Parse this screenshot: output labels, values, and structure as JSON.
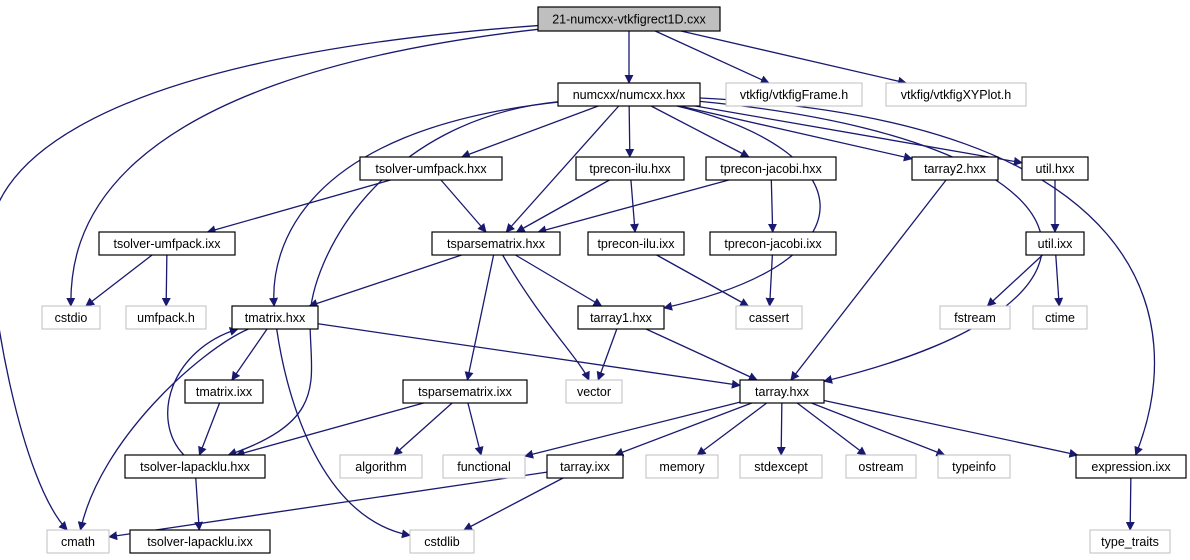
{
  "nodes": {
    "root": {
      "label": "21-numcxx-vtkfigrect1D.cxx",
      "style": "root"
    },
    "numcxx": {
      "label": "numcxx/numcxx.hxx",
      "style": "solid"
    },
    "vtkframe": {
      "label": "vtkfig/vtkfigFrame.h",
      "style": "grey"
    },
    "vtkxy": {
      "label": "vtkfig/vtkfigXYPlot.h",
      "style": "grey"
    },
    "umf_hxx": {
      "label": "tsolver-umfpack.hxx",
      "style": "solid"
    },
    "ilu_hxx": {
      "label": "tprecon-ilu.hxx",
      "style": "solid"
    },
    "jac_hxx": {
      "label": "tprecon-jacobi.hxx",
      "style": "solid"
    },
    "tarray2": {
      "label": "tarray2.hxx",
      "style": "solid"
    },
    "util_hxx": {
      "label": "util.hxx",
      "style": "solid"
    },
    "umf_ixx": {
      "label": "tsolver-umfpack.ixx",
      "style": "solid"
    },
    "tsparse": {
      "label": "tsparsematrix.hxx",
      "style": "solid"
    },
    "ilu_ixx": {
      "label": "tprecon-ilu.ixx",
      "style": "solid"
    },
    "jac_ixx": {
      "label": "tprecon-jacobi.ixx",
      "style": "solid"
    },
    "util_ixx": {
      "label": "util.ixx",
      "style": "solid"
    },
    "cstdio": {
      "label": "cstdio",
      "style": "grey"
    },
    "umfpack": {
      "label": "umfpack.h",
      "style": "grey"
    },
    "tmatrix": {
      "label": "tmatrix.hxx",
      "style": "solid"
    },
    "tarray1": {
      "label": "tarray1.hxx",
      "style": "solid"
    },
    "cassert": {
      "label": "cassert",
      "style": "grey"
    },
    "fstream": {
      "label": "fstream",
      "style": "grey"
    },
    "ctime": {
      "label": "ctime",
      "style": "grey"
    },
    "tmatrix_ixx": {
      "label": "tmatrix.ixx",
      "style": "solid"
    },
    "tsparse_ixx": {
      "label": "tsparsematrix.ixx",
      "style": "solid"
    },
    "vector": {
      "label": "vector",
      "style": "grey"
    },
    "tarray": {
      "label": "tarray.hxx",
      "style": "solid"
    },
    "lapack_hxx": {
      "label": "tsolver-lapacklu.hxx",
      "style": "solid"
    },
    "algorithm": {
      "label": "algorithm",
      "style": "grey"
    },
    "functional": {
      "label": "functional",
      "style": "grey"
    },
    "tarray_ixx": {
      "label": "tarray.ixx",
      "style": "solid"
    },
    "memory": {
      "label": "memory",
      "style": "grey"
    },
    "stdexcept": {
      "label": "stdexcept",
      "style": "grey"
    },
    "ostream": {
      "label": "ostream",
      "style": "grey"
    },
    "typeinfo": {
      "label": "typeinfo",
      "style": "grey"
    },
    "expression": {
      "label": "expression.ixx",
      "style": "solid"
    },
    "cmath": {
      "label": "cmath",
      "style": "grey"
    },
    "lapack_ixx": {
      "label": "tsolver-lapacklu.ixx",
      "style": "solid"
    },
    "cstdlib": {
      "label": "cstdlib",
      "style": "grey"
    },
    "type_traits": {
      "label": "type_traits",
      "style": "grey"
    }
  },
  "edges": [
    [
      "root",
      "numcxx"
    ],
    [
      "root",
      "vtkframe"
    ],
    [
      "root",
      "vtkxy"
    ],
    [
      "root",
      "cstdio"
    ],
    [
      "root",
      "cmath"
    ],
    [
      "numcxx",
      "umf_hxx"
    ],
    [
      "numcxx",
      "ilu_hxx"
    ],
    [
      "numcxx",
      "jac_hxx"
    ],
    [
      "numcxx",
      "tarray2"
    ],
    [
      "numcxx",
      "util_hxx"
    ],
    [
      "numcxx",
      "tsparse"
    ],
    [
      "numcxx",
      "tmatrix"
    ],
    [
      "numcxx",
      "tarray1"
    ],
    [
      "numcxx",
      "tarray"
    ],
    [
      "numcxx",
      "lapack_hxx"
    ],
    [
      "numcxx",
      "expression"
    ],
    [
      "umf_hxx",
      "umf_ixx"
    ],
    [
      "umf_hxx",
      "tsparse"
    ],
    [
      "ilu_hxx",
      "tsparse"
    ],
    [
      "ilu_hxx",
      "ilu_ixx"
    ],
    [
      "jac_hxx",
      "tsparse"
    ],
    [
      "jac_hxx",
      "jac_ixx"
    ],
    [
      "tarray2",
      "tarray"
    ],
    [
      "util_hxx",
      "util_ixx"
    ],
    [
      "util_ixx",
      "fstream"
    ],
    [
      "util_ixx",
      "ctime"
    ],
    [
      "umf_ixx",
      "cstdio"
    ],
    [
      "umf_ixx",
      "umfpack"
    ],
    [
      "tsparse",
      "tmatrix"
    ],
    [
      "tsparse",
      "tarray1"
    ],
    [
      "tsparse",
      "vector"
    ],
    [
      "tsparse",
      "tsparse_ixx"
    ],
    [
      "ilu_ixx",
      "cassert"
    ],
    [
      "jac_ixx",
      "cassert"
    ],
    [
      "tmatrix",
      "tmatrix_ixx"
    ],
    [
      "tmatrix",
      "tarray"
    ],
    [
      "tmatrix",
      "cmath"
    ],
    [
      "tmatrix",
      "cstdlib"
    ],
    [
      "tarray1",
      "vector"
    ],
    [
      "tarray1",
      "tarray"
    ],
    [
      "tmatrix_ixx",
      "lapack_hxx"
    ],
    [
      "tsparse_ixx",
      "lapack_hxx"
    ],
    [
      "tsparse_ixx",
      "algorithm"
    ],
    [
      "tsparse_ixx",
      "functional"
    ],
    [
      "tarray",
      "functional"
    ],
    [
      "tarray",
      "tarray_ixx"
    ],
    [
      "tarray",
      "memory"
    ],
    [
      "tarray",
      "stdexcept"
    ],
    [
      "tarray",
      "ostream"
    ],
    [
      "tarray",
      "typeinfo"
    ],
    [
      "tarray",
      "expression"
    ],
    [
      "lapack_hxx",
      "tmatrix"
    ],
    [
      "lapack_hxx",
      "lapack_ixx"
    ],
    [
      "tarray_ixx",
      "cmath"
    ],
    [
      "tarray_ixx",
      "cstdlib"
    ],
    [
      "expression",
      "type_traits"
    ]
  ]
}
